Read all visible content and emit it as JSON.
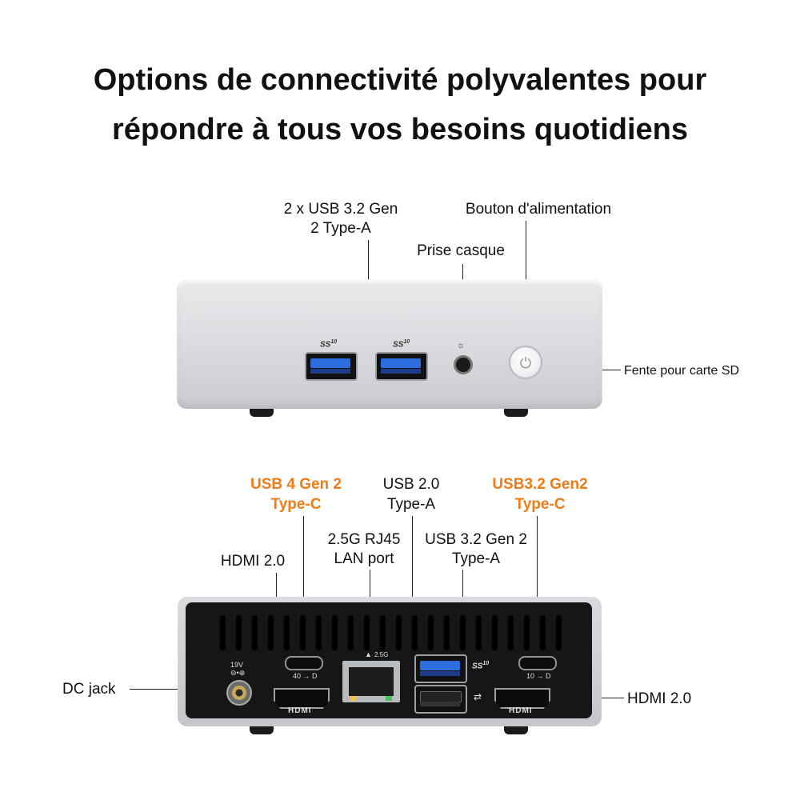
{
  "title": {
    "line1": "Options de connectivité polyvalentes pour",
    "line2": "répondre à tous vos besoins quotidiens"
  },
  "front": {
    "usb_label_line1": "2 x USB 3.2 Gen",
    "usb_label_line2": "2 Type-A",
    "headphone_label": "Prise casque",
    "power_label": "Bouton d'alimentation",
    "sd_label": "Fente pour carte SD",
    "usb_logo": "SS",
    "usb_logo_sup": "10"
  },
  "back": {
    "usb4_line1": "USB 4 Gen 2",
    "usb4_line2": "Type-C",
    "usb20_line1": "USB 2.0",
    "usb20_line2": "Type-A",
    "usb32c_line1": "USB3.2 Gen2",
    "usb32c_line2": "Type-C",
    "lan_line1": "2.5G RJ45",
    "lan_line2": "LAN port",
    "usb32a_line1": "USB 3.2 Gen 2",
    "usb32a_line2": "Type-A",
    "hdmi_left": "HDMI 2.0",
    "hdmi_right": "HDMI 2.0",
    "dc_label": "DC jack",
    "dc_voltage": "19V",
    "lan_speed": "2.5G",
    "hdmi_logo": "HDMI",
    "usbc_left_mark": "40",
    "usbc_right_mark": "10",
    "usb_logo": "SS",
    "usb_logo_sup": "10"
  },
  "colors": {
    "accent_orange": "#f07c18",
    "usb3_blue": "#2d6de0"
  }
}
